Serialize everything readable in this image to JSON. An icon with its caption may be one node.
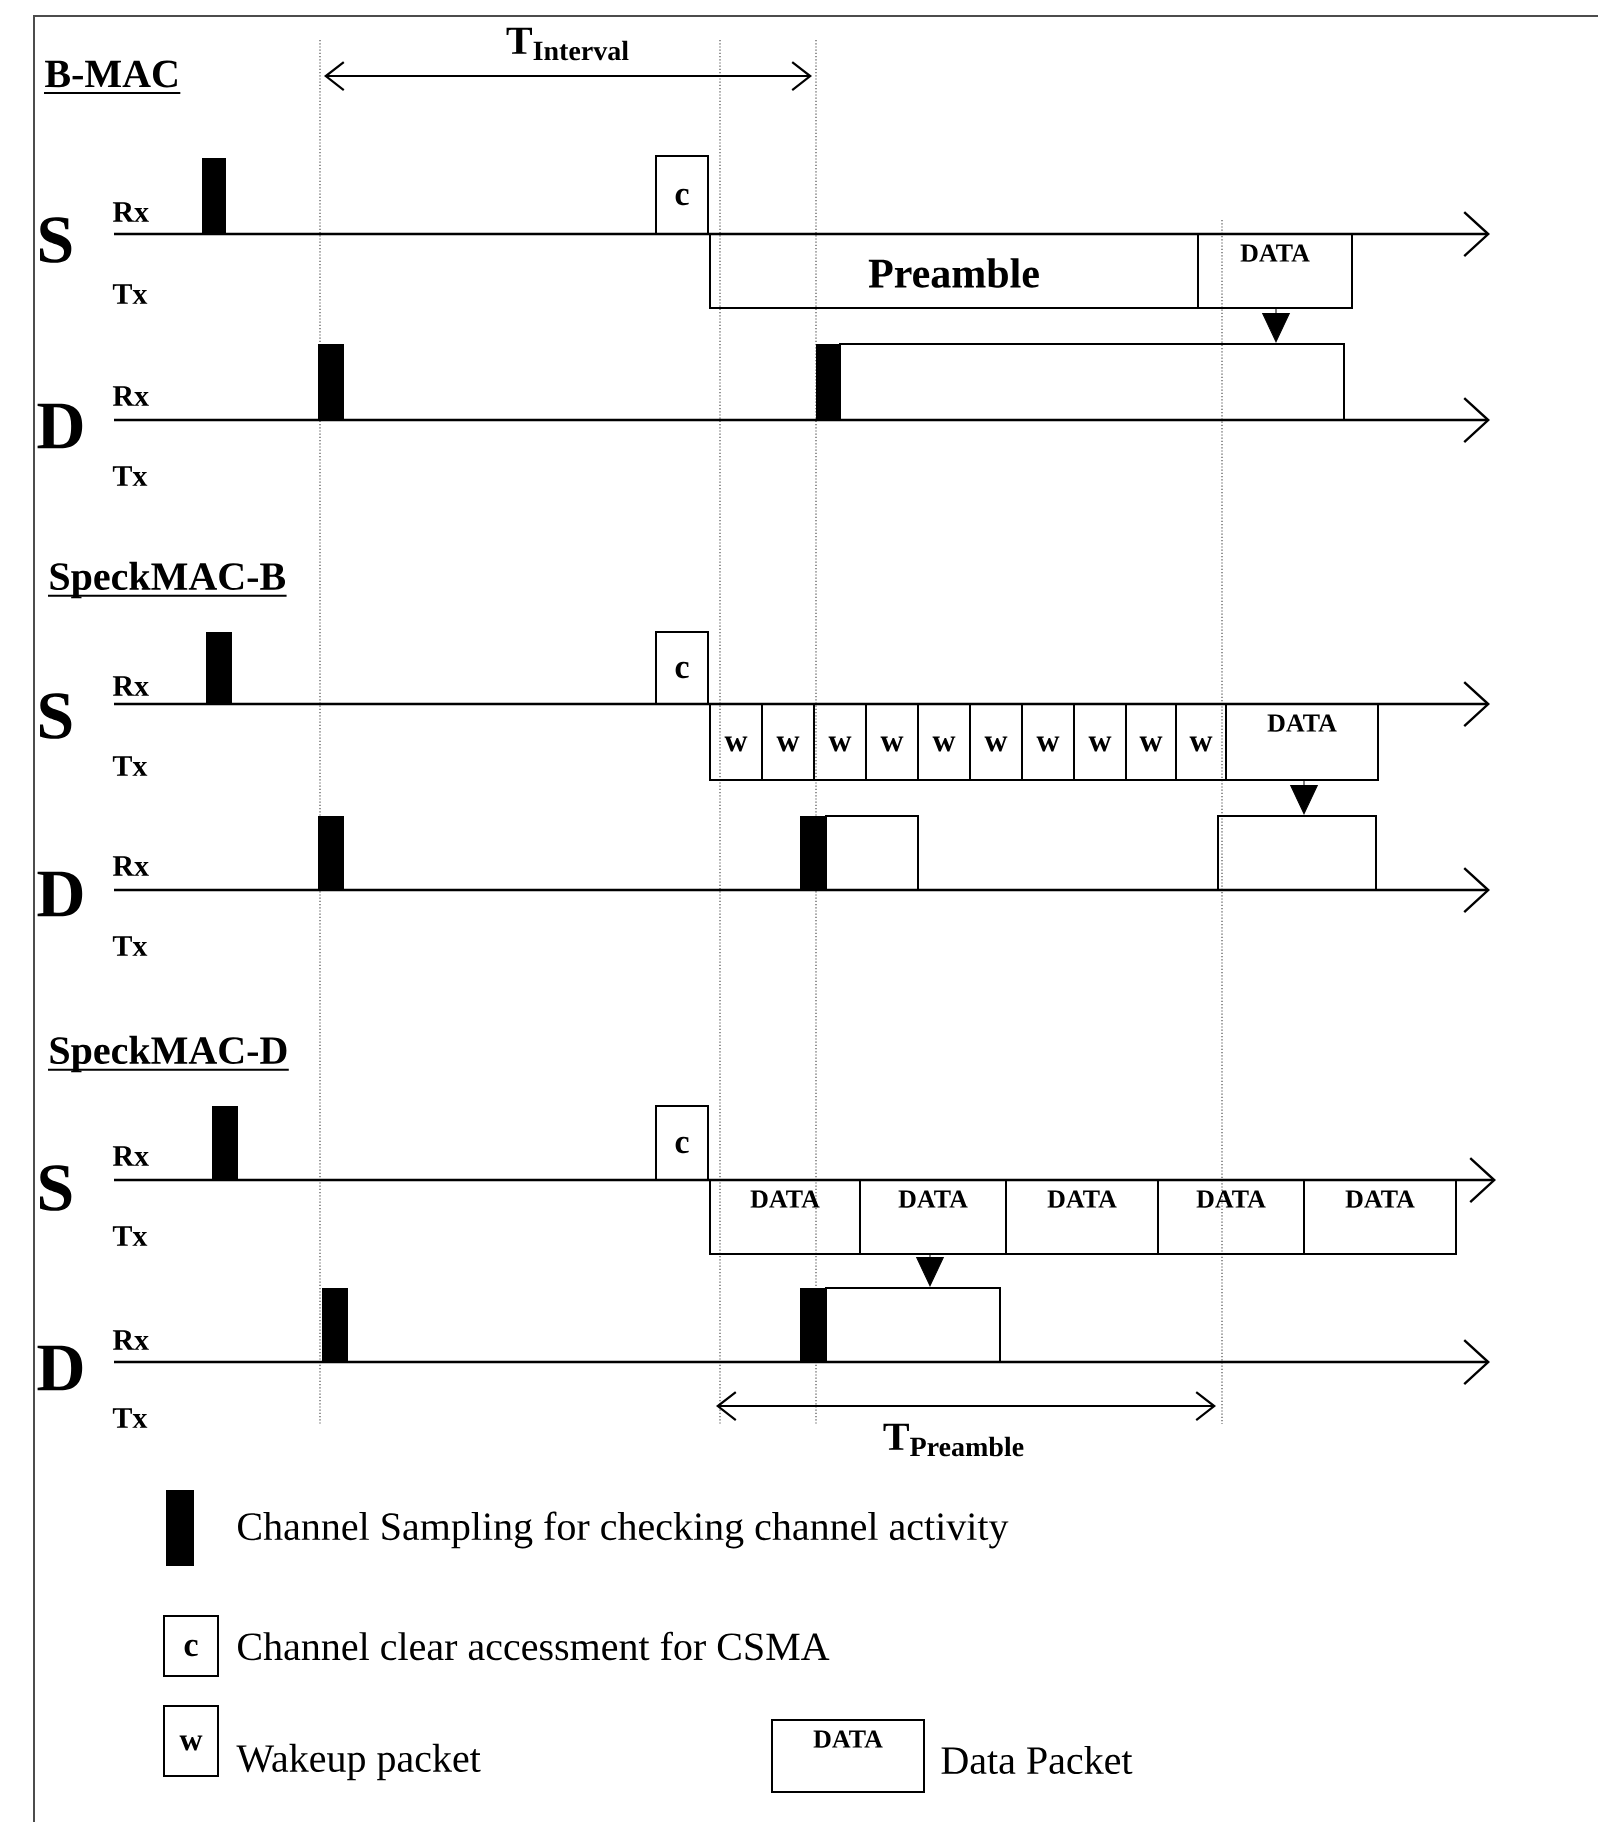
{
  "diagram": {
    "nodes": [
      {
        "text": [
          "c"
        ]
      },
      {
        "text": [
          "Preamble"
        ]
      },
      {
        "text": [
          "DATA"
        ]
      },
      {
        "text": [],
        "shape": "box"
      },
      {
        "text": [
          "c"
        ]
      },
      {
        "text": [
          "w"
        ]
      },
      {
        "text": [
          "w"
        ]
      },
      {
        "text": [
          "w"
        ]
      },
      {
        "text": [
          "w"
        ]
      },
      {
        "text": [
          "w"
        ]
      },
      {
        "text": [
          "w"
        ]
      },
      {
        "text": [
          "w"
        ]
      },
      {
        "text": [
          "w"
        ]
      },
      {
        "text": [
          "w"
        ]
      },
      {
        "text": [
          "w"
        ]
      },
      {
        "text": [
          "DATA"
        ]
      },
      {
        "text": [],
        "shape": "box"
      },
      {
        "text": [],
        "shape": "box"
      },
      {
        "text": [
          "c"
        ]
      },
      {
        "text": [
          "DATA"
        ]
      },
      {
        "text": [
          "DATA"
        ]
      },
      {
        "text": [
          "DATA"
        ]
      },
      {
        "text": [
          "DATA"
        ]
      },
      {
        "text": [
          "DATA"
        ]
      },
      {
        "text": [],
        "shape": "box"
      },
      {
        "text": [
          "c"
        ]
      },
      {
        "text": [
          "w"
        ]
      },
      {
        "text": [
          "DATA"
        ]
      }
    ],
    "edges": [
      {
        "from": 2,
        "to": 3,
        "arrow": "to"
      },
      {
        "from": 15,
        "to": 17,
        "arrow": "to"
      },
      {
        "from": 20,
        "to": 24,
        "arrow": "to"
      }
    ],
    "labels": [
      "B-MAC",
      "T$_{Interval}$",
      "S",
      "Rx",
      "Tx",
      "D",
      "Rx",
      "Tx",
      "SpeckMAC-B",
      "S",
      "Rx",
      "Tx",
      "D",
      "Rx",
      "Tx",
      "SpeckMAC-D",
      "S",
      "Rx",
      "Tx",
      "D",
      "Rx",
      "Tx",
      "T$_{Preamble}$"
    ],
    "legend": [
      {
        "text": "Channel Sampling for checking channel activity",
        "color": "#000000"
      },
      {
        "text": "Channel clear accessment for CSMA"
      },
      {
        "text": "Wakeup packet"
      },
      {
        "text": "Data Packet"
      }
    ]
  }
}
